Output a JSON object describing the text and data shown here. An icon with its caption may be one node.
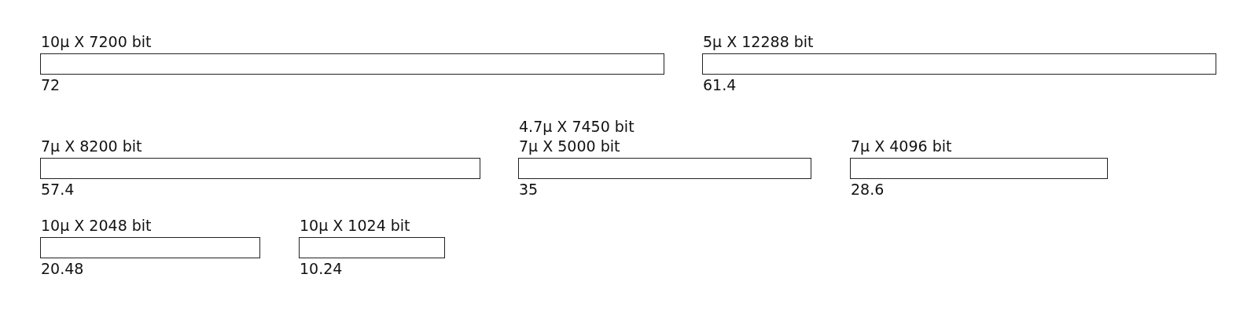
{
  "diagram": {
    "nodes": [
      {
        "text": [
          "10μ X 7200 bit"
        ],
        "beside": [
          "72"
        ]
      },
      {
        "text": [
          "5μ X 12288 bit"
        ],
        "beside": [
          "61.4"
        ]
      },
      {
        "text": [
          "7μ X 8200 bit"
        ],
        "beside": [
          "57.4"
        ]
      },
      {
        "text": [
          "4.7μ X 7450 bit",
          "7μ X 5000 bit"
        ],
        "beside": [
          "35"
        ]
      },
      {
        "text": [
          "7μ X 4096 bit"
        ],
        "beside": [
          "28.6"
        ]
      },
      {
        "text": [
          "10μ X 2048 bit"
        ],
        "beside": [
          "20.48"
        ]
      },
      {
        "text": [
          "10μ X 1024 bit"
        ],
        "beside": [
          "10.24"
        ]
      }
    ],
    "edges": []
  }
}
